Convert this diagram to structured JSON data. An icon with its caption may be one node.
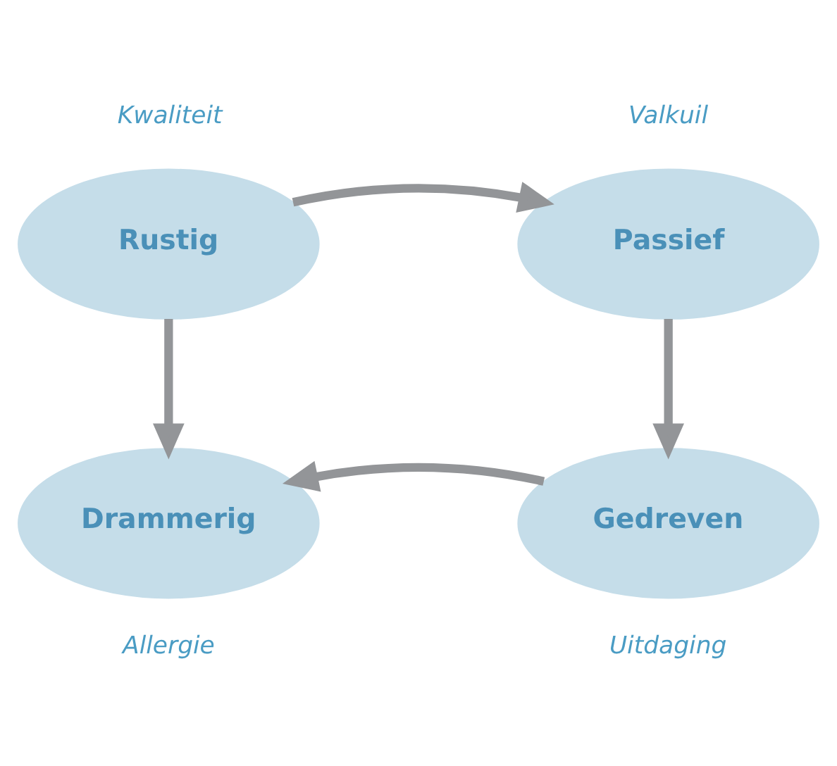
{
  "diagram": {
    "nodes": [
      {
        "text": [
          "Rustig"
        ],
        "beside": [
          "Kwaliteit"
        ]
      },
      {
        "text": [
          "Passief"
        ],
        "beside": [
          "Valkuil"
        ]
      },
      {
        "text": [
          "Drammerig"
        ],
        "beside": [
          "Allergie"
        ]
      },
      {
        "text": [
          "Gedreven"
        ],
        "beside": [
          "Uitdaging"
        ]
      }
    ],
    "edges": [
      {
        "from": 0,
        "to": 1,
        "arrow": "to"
      },
      {
        "from": 0,
        "to": 2,
        "arrow": "to"
      },
      {
        "from": 1,
        "to": 3,
        "arrow": "to"
      },
      {
        "from": 3,
        "to": 2,
        "arrow": "to"
      }
    ]
  }
}
